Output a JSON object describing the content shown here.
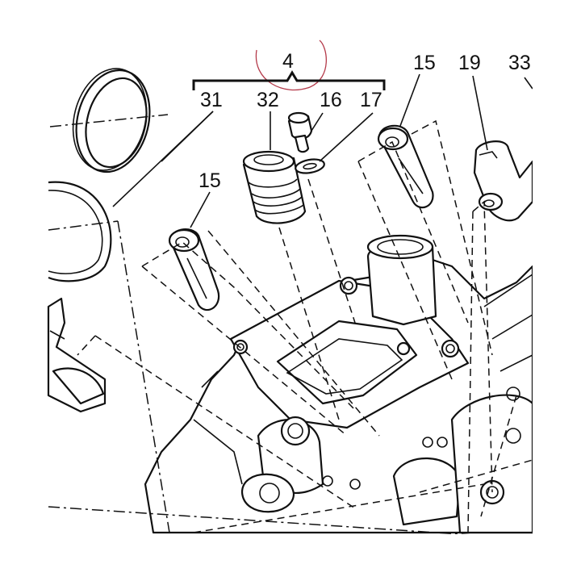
{
  "callouts": {
    "assembly": "4",
    "ring_a": "31",
    "sleeve": "32",
    "bolt": "16",
    "washer": "17",
    "rocker_left": "15",
    "rocker_right": "15",
    "rocker_far": "19",
    "edge_part": "33"
  },
  "colors": {
    "line": "#111111",
    "background": "#ffffff",
    "review_mark": "#b43a4a"
  }
}
